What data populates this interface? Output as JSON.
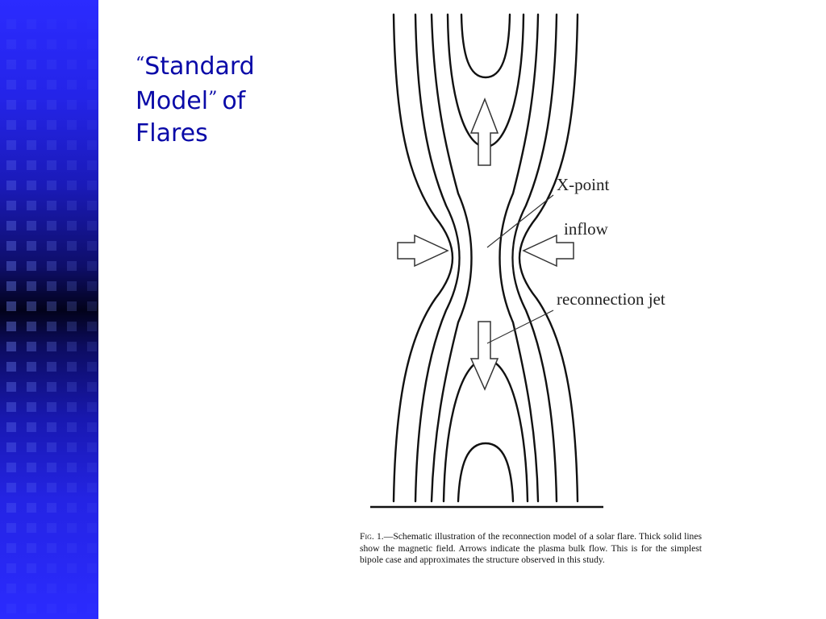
{
  "slide": {
    "title_open_quote": "“",
    "title_main": "Standard Model",
    "title_close_quote": "”",
    "title_rest": "of Flares"
  },
  "figure": {
    "labels": {
      "xpoint": "X-point",
      "inflow": "inflow",
      "jet": "reconnection jet"
    },
    "caption_fig": "Fig. 1.",
    "caption_text": "—Schematic illustration of the reconnection model of a solar flare. Thick solid lines show the magnetic field. Arrows indicate the plasma bulk flow. This is for the simplest bipole case and approximates the structure observed in this study."
  },
  "colors": {
    "sidebar_blue": "#2b2bff",
    "title_blue": "#0a0aa8"
  }
}
